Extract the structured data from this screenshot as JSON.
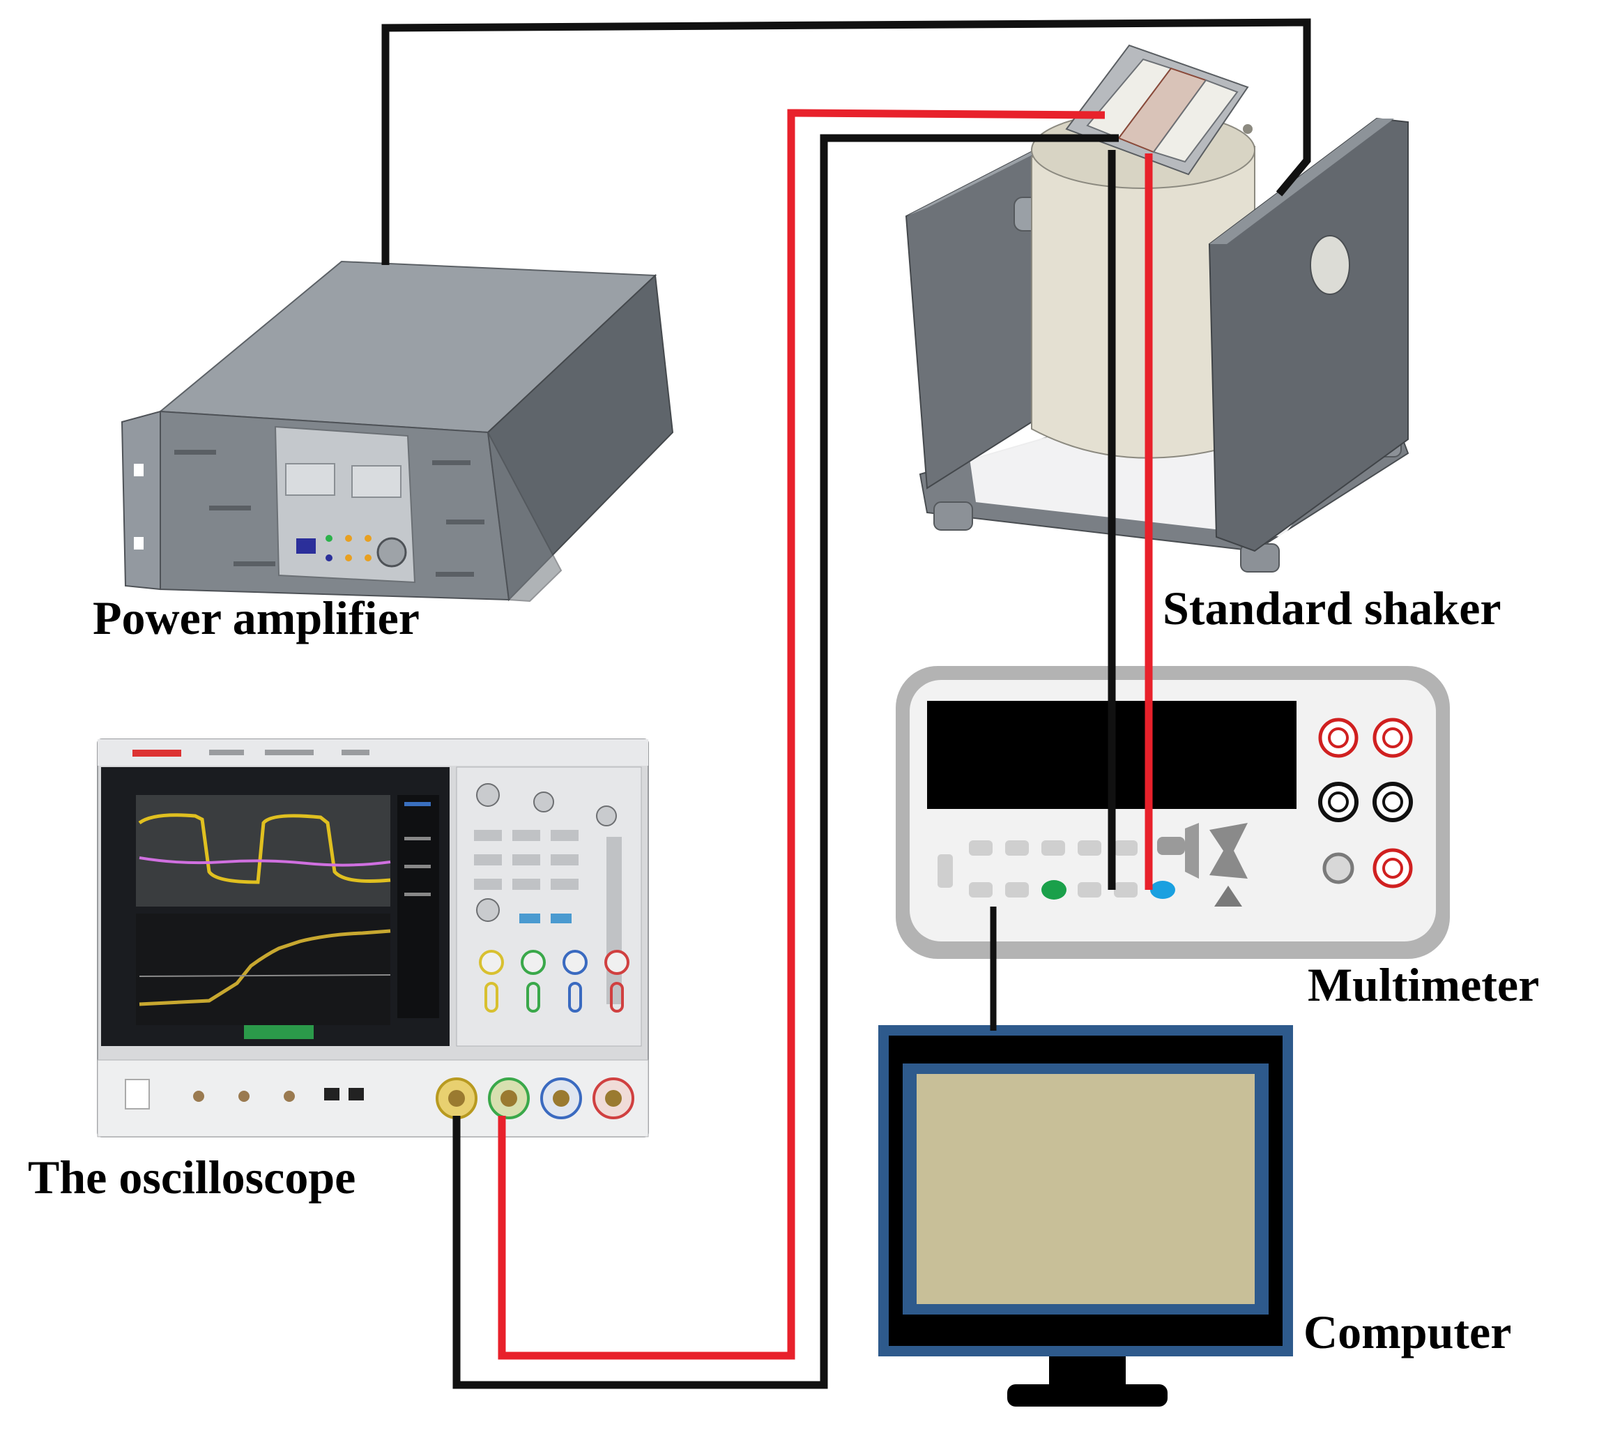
{
  "labels": {
    "power_amplifier": "Power amplifier",
    "standard_shaker": "Standard shaker",
    "multimeter": "Multimeter",
    "oscilloscope": "The oscilloscope",
    "computer": "Computer"
  },
  "colors": {
    "wire_signal": "#e8212b",
    "wire_ground": "#111111",
    "amplifier_body": "#8a9096",
    "shaker_body": "#e6e2d4",
    "shaker_frame": "#6d7278",
    "multimeter_case": "#b5b5b5",
    "computer_frame": "#2e5a8c",
    "computer_screen": "#c8bf98",
    "oscilloscope_trace": "#e0c020"
  }
}
